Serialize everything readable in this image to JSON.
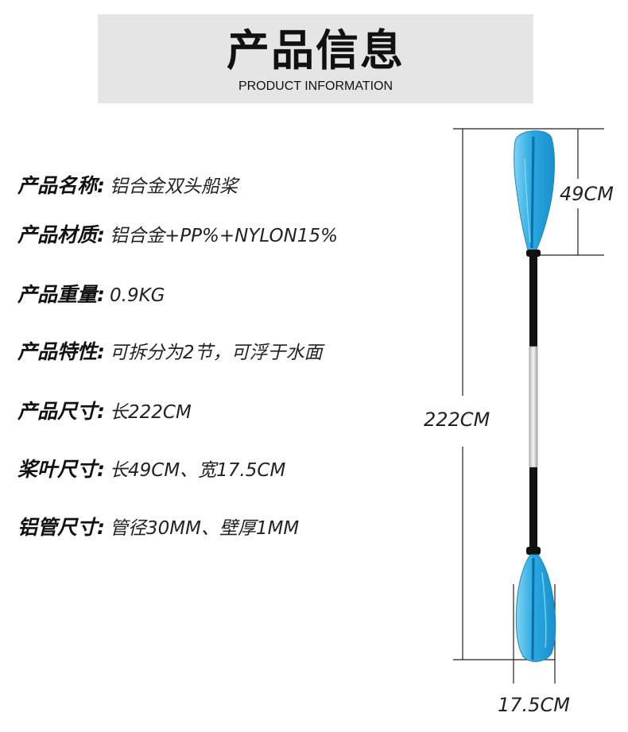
{
  "header": {
    "title": "产品信息",
    "subtitle": "PRODUCT INFORMATION"
  },
  "specs": [
    {
      "label": "产品名称:",
      "value": "铝合金双头船桨"
    },
    {
      "label": "产品材质:",
      "value": "铝合金+PP%+NYLON15%"
    },
    {
      "label": "产品重量:",
      "value": "0.9KG"
    },
    {
      "label": "产品特性:",
      "value": "可拆分为2节，可浮于水面"
    },
    {
      "label": "产品尺寸:",
      "value": "长222CM"
    },
    {
      "label": "桨叶尺寸:",
      "value": "长49CM、宽17.5CM"
    },
    {
      "label": "铝管尺寸:",
      "value": "管径30MM、壁厚1MM"
    }
  ],
  "dimensions": {
    "blade_length": "49CM",
    "total_length": "222CM",
    "blade_width": "17.5CM"
  },
  "colors": {
    "blade": "#29a8e0",
    "blade_dark": "#0d6fa8",
    "shaft_black": "#111111",
    "shaft_silver": "#d8d8d8"
  }
}
